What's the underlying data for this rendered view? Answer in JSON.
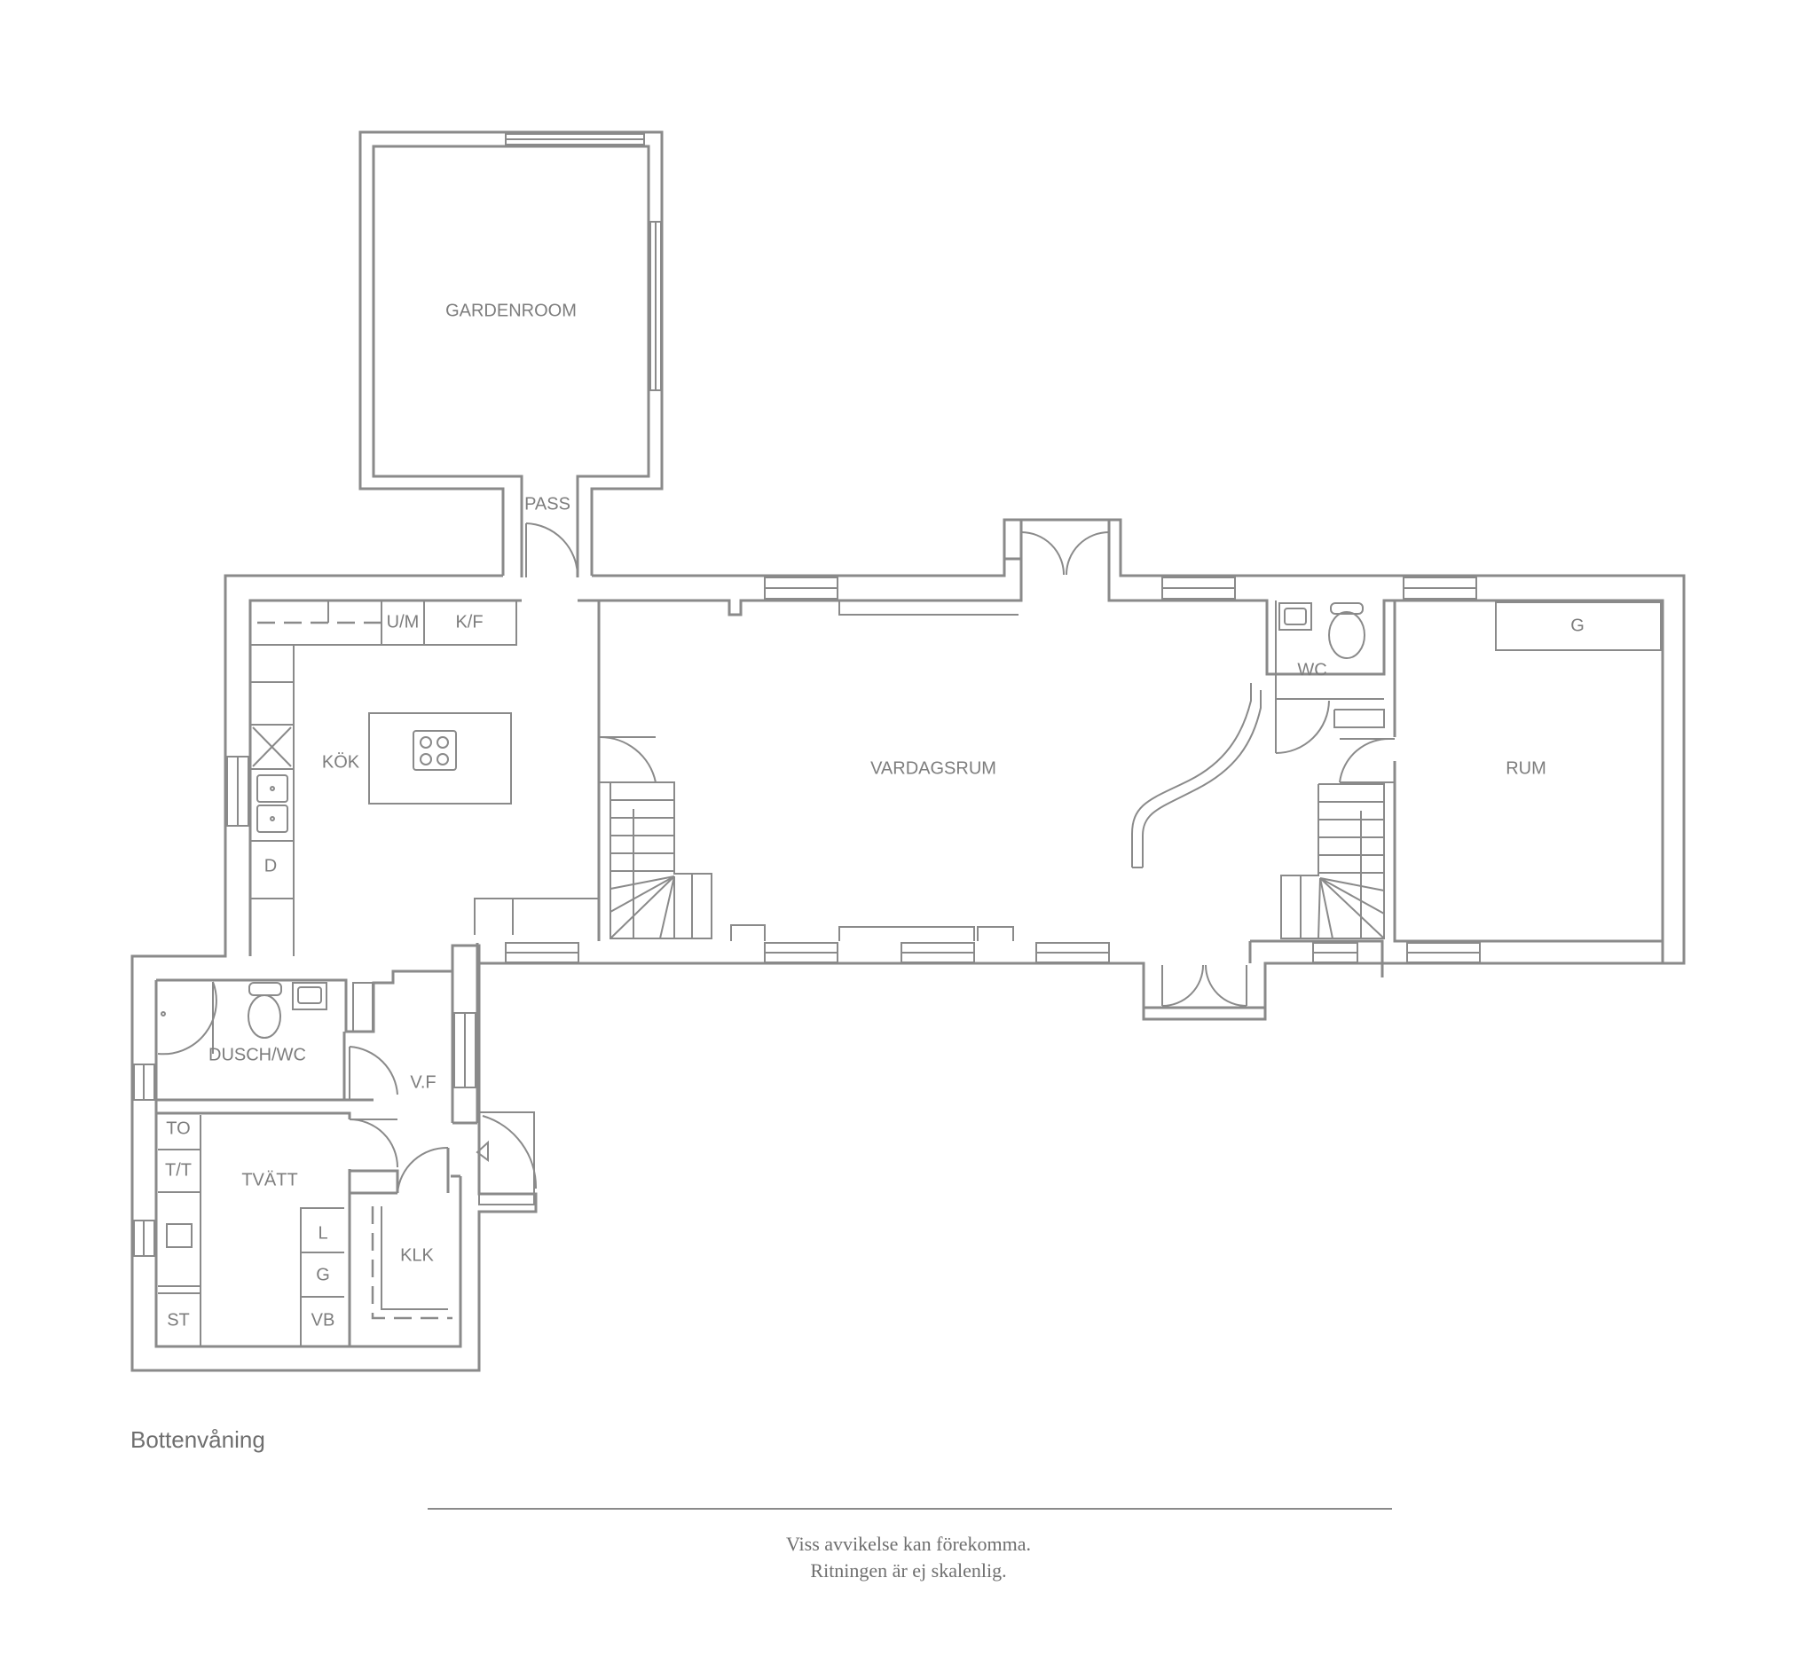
{
  "rooms": {
    "gardenroom": "GARDENROOM",
    "pass": "PASS",
    "kok": "KÖK",
    "vardagsrum": "VARDAGSRUM",
    "wc": "WC",
    "rum": "RUM",
    "dusch_wc": "DUSCH/WC",
    "vf": "V.F",
    "tvatt": "TVÄTT",
    "klk": "KLK"
  },
  "fixtures": {
    "um": "U/M",
    "kf": "K/F",
    "d": "D",
    "g_rum": "G",
    "to": "TO",
    "tt": "T/T",
    "st": "ST",
    "l": "L",
    "g_tvatt": "G",
    "vb": "VB"
  },
  "floor_label": "Bottenvåning",
  "disclaimer": {
    "line1": "Viss avvikelse kan förekomma.",
    "line2": "Ritningen är ej skalenlig."
  },
  "colors": {
    "line": "#8a8a8a",
    "text": "#7d7d7d",
    "background": "#ffffff"
  }
}
